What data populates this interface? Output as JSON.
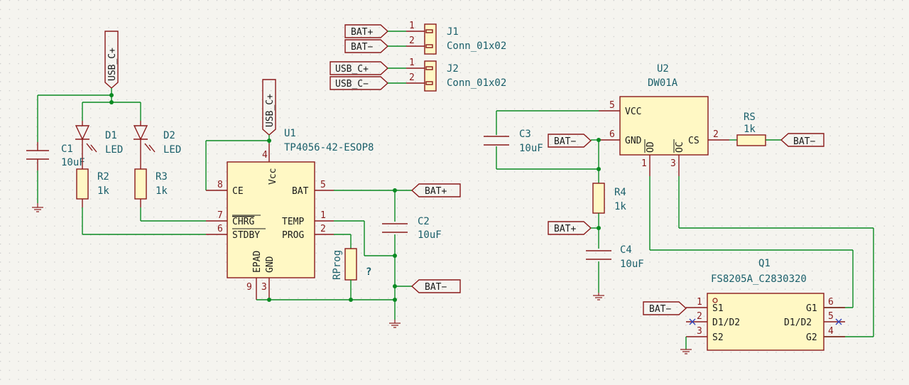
{
  "components": {
    "J1": {
      "ref": "J1",
      "value": "Conn_01x02",
      "pins": [
        "1",
        "2"
      ],
      "nets": [
        "BAT+",
        "BAT−"
      ]
    },
    "J2": {
      "ref": "J2",
      "value": "Conn_01x02",
      "pins": [
        "1",
        "2"
      ],
      "nets": [
        "USB_C+",
        "USB_C−"
      ]
    },
    "C1": {
      "ref": "C1",
      "value": "10uF"
    },
    "D1": {
      "ref": "D1",
      "value": "LED"
    },
    "D2": {
      "ref": "D2",
      "value": "LED"
    },
    "R2": {
      "ref": "R2",
      "value": "1k"
    },
    "R3": {
      "ref": "R3",
      "value": "1k"
    },
    "U1": {
      "ref": "U1",
      "value": "TP4056-42-ESOP8",
      "pins": {
        "ce": "CE",
        "chrg": "CHRG",
        "stdby": "STDBY",
        "bat": "BAT",
        "temp": "TEMP",
        "prog": "PROG",
        "epad": "EPAD",
        "gnd": "GND",
        "vcc": "Vcc"
      },
      "pin_numbers": {
        "ce": "8",
        "chrg": "7",
        "stdby": "6",
        "bat": "5",
        "temp": "1",
        "prog": "2",
        "epad": "9",
        "gnd": "3",
        "vcc": "4"
      }
    },
    "C2": {
      "ref": "C2",
      "value": "10uF"
    },
    "RProg": {
      "ref": "RProg",
      "value": "?"
    },
    "U2": {
      "ref": "U2",
      "value": "DW01A",
      "pins": {
        "vcc": "VCC",
        "gnd": "GND",
        "od": "OD",
        "oc": "OC",
        "cs": "CS"
      },
      "pin_numbers": {
        "vcc": "5",
        "gnd": "6",
        "od": "1",
        "oc": "3",
        "cs": "2"
      }
    },
    "C3": {
      "ref": "C3",
      "value": "10uF"
    },
    "R4": {
      "ref": "R4",
      "value": "1k"
    },
    "RS": {
      "ref": "RS",
      "value": "1k"
    },
    "C4": {
      "ref": "C4",
      "value": "10uF"
    },
    "Q1": {
      "ref": "Q1",
      "value": "FS8205A_C2830320",
      "pins": {
        "s1": "S1",
        "d1d2_left": "D1/D2",
        "s2": "S2",
        "g1": "G1",
        "d1d2_right": "D1/D2",
        "g2": "G2"
      },
      "pin_numbers": {
        "s1": "1",
        "d1d2_left": "2",
        "s2": "3",
        "g1": "6",
        "d1d2_right": "5",
        "g2": "4"
      }
    }
  },
  "net_labels": {
    "j1_bat_plus": "BAT+",
    "j1_bat_minus": "BAT−",
    "j2_usb_plus": "USB_C+",
    "j2_usb_minus": "USB_C−",
    "usb_c_plus_left": "USB_C+",
    "usb_c_plus_u1": "USB_C+",
    "u1_bat_plus": "BAT+",
    "u1_bat_minus": "BAT−",
    "u2_bat_minus": "BAT−",
    "r4_bat_plus": "BAT+",
    "rs_bat_minus": "BAT−",
    "q1_bat_minus": "BAT−"
  },
  "colors": {
    "wire": "#0a8a22",
    "body": "#8a1a1a",
    "fill": "#fff8c4",
    "ref_text": "#1a5f6a",
    "background": "#f5f4ef",
    "grid": "#c8c8c8",
    "no_connect": "#3344bb"
  }
}
